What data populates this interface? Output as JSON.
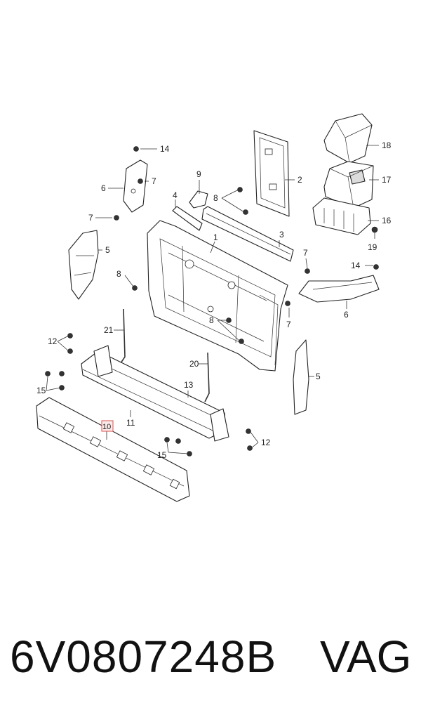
{
  "diagram": {
    "callouts": [
      {
        "id": "c1",
        "label": "1"
      },
      {
        "id": "c2",
        "label": "2"
      },
      {
        "id": "c3",
        "label": "3"
      },
      {
        "id": "c4",
        "label": "4"
      },
      {
        "id": "c5a",
        "label": "5"
      },
      {
        "id": "c5b",
        "label": "5"
      },
      {
        "id": "c6a",
        "label": "6"
      },
      {
        "id": "c6b",
        "label": "6"
      },
      {
        "id": "c7a",
        "label": "7"
      },
      {
        "id": "c7b",
        "label": "7"
      },
      {
        "id": "c7c",
        "label": "7"
      },
      {
        "id": "c7d",
        "label": "7"
      },
      {
        "id": "c8a",
        "label": "8"
      },
      {
        "id": "c8b",
        "label": "8"
      },
      {
        "id": "c8c",
        "label": "8"
      },
      {
        "id": "c9",
        "label": "9"
      },
      {
        "id": "c10",
        "label": "10"
      },
      {
        "id": "c11",
        "label": "11"
      },
      {
        "id": "c12a",
        "label": "12"
      },
      {
        "id": "c12b",
        "label": "12"
      },
      {
        "id": "c13",
        "label": "13"
      },
      {
        "id": "c14a",
        "label": "14"
      },
      {
        "id": "c14b",
        "label": "14"
      },
      {
        "id": "c15a",
        "label": "15"
      },
      {
        "id": "c15b",
        "label": "15"
      },
      {
        "id": "c16",
        "label": "16"
      },
      {
        "id": "c17",
        "label": "17"
      },
      {
        "id": "c18",
        "label": "18"
      },
      {
        "id": "c19",
        "label": "19"
      },
      {
        "id": "c20",
        "label": "20"
      },
      {
        "id": "c21",
        "label": "21"
      }
    ],
    "highlighted_callout": "10",
    "highlight_color": "#d9534f"
  },
  "caption": {
    "part_number": "6V0807248B",
    "brand": "VAG"
  }
}
